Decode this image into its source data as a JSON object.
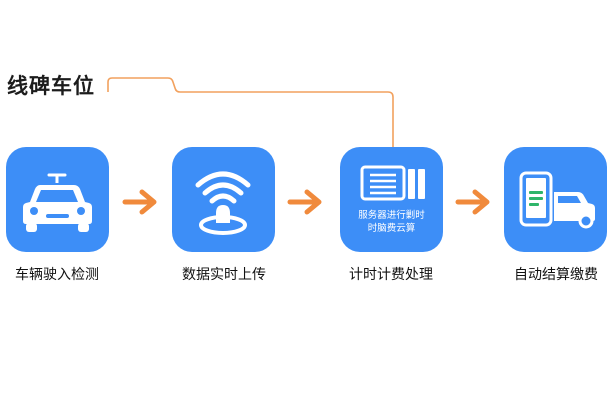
{
  "header": {
    "title": "线碑车位"
  },
  "steps": [
    {
      "label": "车辆驶入检测",
      "icon": "car-icon"
    },
    {
      "label": "数据实时上传",
      "icon": "signal-upload-icon"
    },
    {
      "label": "计时计费处理",
      "icon": "server-icon",
      "box_text_line1": "服务器进行剿时",
      "box_text_line2": "时脑费云算"
    },
    {
      "label": "自动结算缴费",
      "icon": "phone-car-payment-icon"
    }
  ],
  "colors": {
    "box": "#3d8ef7",
    "arrow": "#f08a3c",
    "connector": "#f2a15e"
  }
}
